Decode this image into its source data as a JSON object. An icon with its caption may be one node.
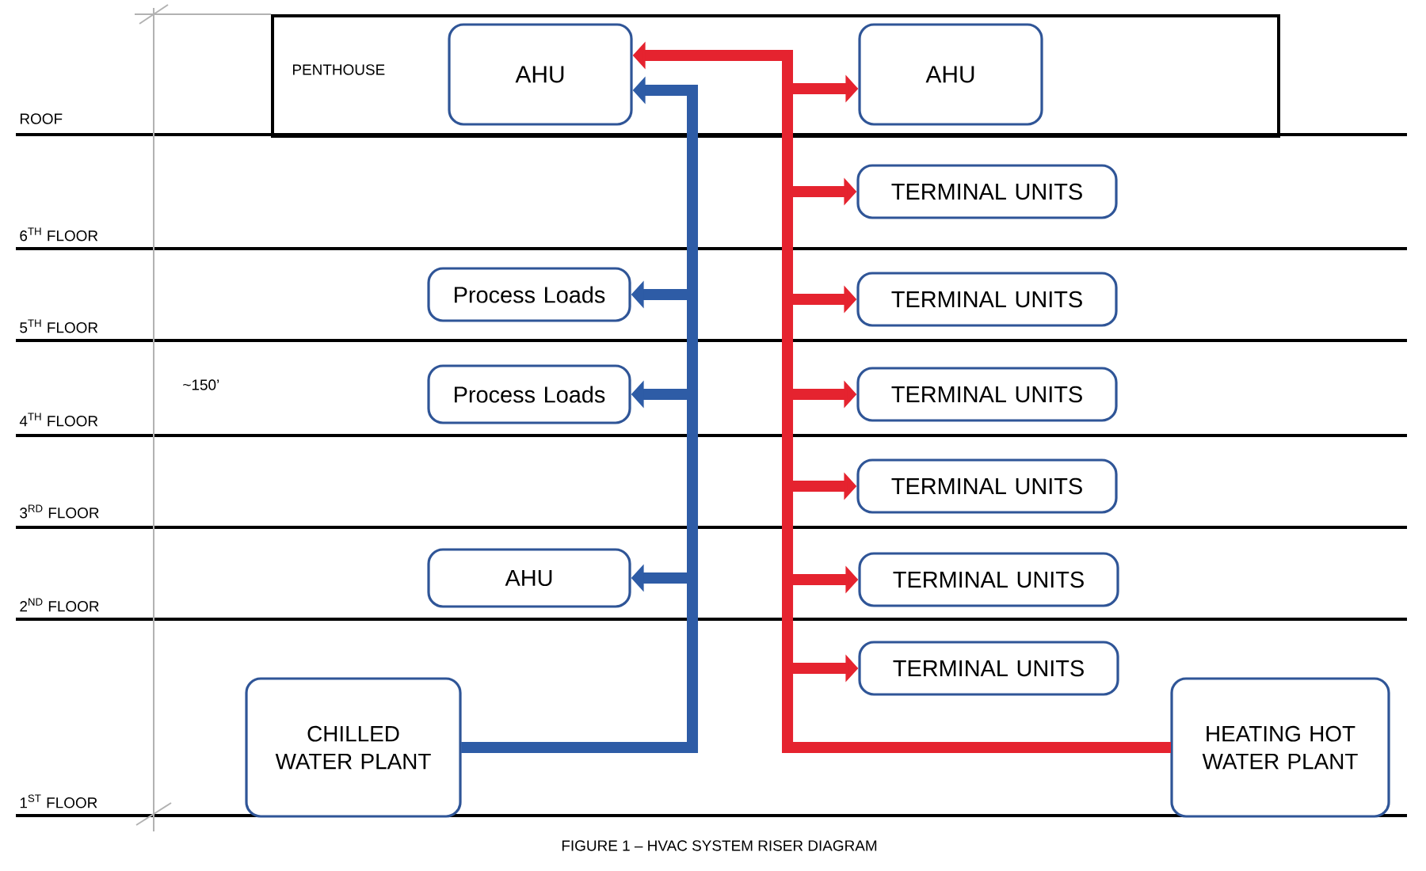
{
  "diagram": {
    "caption": "FIGURE 1 – HVAC SYSTEM RISER DIAGRAM",
    "nodes": [
      {
        "text": [
          "PENTHOUSE"
        ]
      },
      {
        "text": [
          "AHU"
        ],
        "in": 0
      },
      {
        "text": [
          "AHU"
        ],
        "in": 0
      },
      {
        "text": [
          "TERMINAL UNITS"
        ]
      },
      {
        "text": [
          "Process Loads"
        ]
      },
      {
        "text": [
          "TERMINAL UNITS"
        ]
      },
      {
        "text": [
          "Process Loads"
        ]
      },
      {
        "text": [
          "TERMINAL UNITS"
        ]
      },
      {
        "text": [
          "TERMINAL UNITS"
        ]
      },
      {
        "text": [
          "AHU"
        ]
      },
      {
        "text": [
          "TERMINAL UNITS"
        ]
      },
      {
        "text": [
          "TERMINAL UNITS"
        ]
      },
      {
        "text": [
          "CHILLED WATER PLANT"
        ]
      },
      {
        "text": [
          "HEATING HOT WATER PLANT"
        ]
      }
    ],
    "edges": [
      {
        "from": 12,
        "to": 1,
        "arrow": "to",
        "color": "#2e5ca6"
      },
      {
        "from": 12,
        "to": 4,
        "arrow": "to",
        "color": "#2e5ca6"
      },
      {
        "from": 12,
        "to": 6,
        "arrow": "to",
        "color": "#2e5ca6"
      },
      {
        "from": 12,
        "to": 9,
        "arrow": "to",
        "color": "#2e5ca6"
      },
      {
        "from": 13,
        "to": 1,
        "arrow": "to"
      },
      {
        "from": 13,
        "to": 2,
        "arrow": "to"
      },
      {
        "from": 13,
        "to": 3,
        "arrow": "to"
      },
      {
        "from": 13,
        "to": 5,
        "arrow": "to"
      },
      {
        "from": 13,
        "to": 7,
        "arrow": "to"
      },
      {
        "from": 13,
        "to": 8,
        "arrow": "to"
      },
      {
        "from": 13,
        "to": 10,
        "arrow": "to"
      },
      {
        "from": 13,
        "to": 11,
        "arrow": "to"
      }
    ],
    "labels": [
      "ROOF",
      "6$^{TH}$ FLOOR",
      "5$^{TH}$ FLOOR",
      "~150’",
      "4$^{TH}$ FLOOR",
      "3$^{RD}$ FLOOR",
      "2$^{ND}$ FLOOR",
      "1$^{ST}$ FLOOR"
    ]
  }
}
